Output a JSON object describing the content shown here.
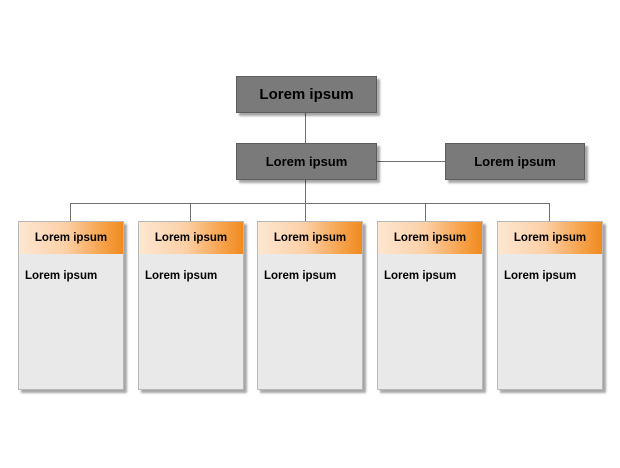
{
  "diagram": {
    "top_box": {
      "label": "Lorem ipsum"
    },
    "middle_box": {
      "label": "Lorem ipsum"
    },
    "side_box": {
      "label": "Lorem ipsum"
    },
    "cards": [
      {
        "header": "Lorem ipsum",
        "body": "Lorem ipsum"
      },
      {
        "header": "Lorem ipsum",
        "body": "Lorem ipsum"
      },
      {
        "header": "Lorem ipsum",
        "body": "Lorem ipsum"
      },
      {
        "header": "Lorem ipsum",
        "body": "Lorem ipsum"
      },
      {
        "header": "Lorem ipsum",
        "body": "Lorem ipsum"
      }
    ],
    "colors": {
      "box_gray": "#7a7a7a",
      "card_body": "#e9e9e9",
      "card_header_light": "#fde7d2",
      "card_header_accent": "#f18a1f",
      "connector": "#6f6f6f"
    }
  }
}
